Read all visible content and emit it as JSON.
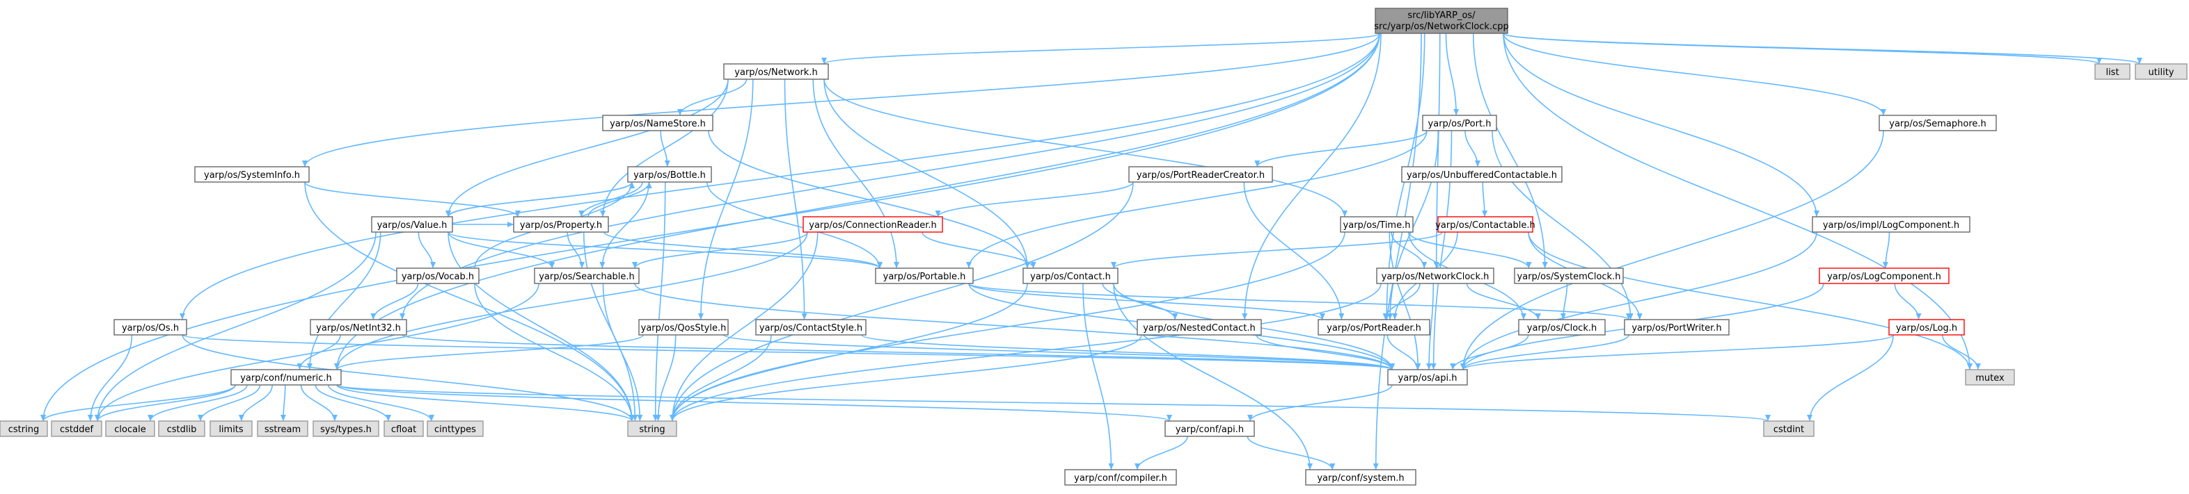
{
  "colors": {
    "edge": "#63b8ff",
    "root_fill": "#999999",
    "node_fill": "#ffffff",
    "node_border": "#666666",
    "system_fill": "#e0e0e0",
    "system_border": "#999999",
    "truncated_border": "#ff0000"
  },
  "nodes": [
    {
      "id": "root",
      "label": "src/libYARP_os/src/yarp/os/NetworkClock.cpp",
      "kind": "root"
    },
    {
      "id": "network",
      "label": "yarp/os/Network.h",
      "kind": "normal"
    },
    {
      "id": "nameStore",
      "label": "yarp/os/NameStore.h",
      "kind": "normal"
    },
    {
      "id": "bottle",
      "label": "yarp/os/Bottle.h",
      "kind": "normal"
    },
    {
      "id": "value",
      "label": "yarp/os/Value.h",
      "kind": "normal"
    },
    {
      "id": "property",
      "label": "yarp/os/Property.h",
      "kind": "normal"
    },
    {
      "id": "vocab",
      "label": "yarp/os/Vocab.h",
      "kind": "normal"
    },
    {
      "id": "searchable",
      "label": "yarp/os/Searchable.h",
      "kind": "normal"
    },
    {
      "id": "netInt32",
      "label": "yarp/os/NetInt32.h",
      "kind": "normal"
    },
    {
      "id": "numeric",
      "label": "yarp/conf/numeric.h",
      "kind": "normal"
    },
    {
      "id": "systemInfo",
      "label": "yarp/os/SystemInfo.h",
      "kind": "normal"
    },
    {
      "id": "osH",
      "label": "yarp/os/Os.h",
      "kind": "normal"
    },
    {
      "id": "connReader",
      "label": "yarp/os/ConnectionReader.h",
      "kind": "truncated"
    },
    {
      "id": "portable",
      "label": "yarp/os/Portable.h",
      "kind": "normal"
    },
    {
      "id": "qos",
      "label": "yarp/os/QosStyle.h",
      "kind": "normal"
    },
    {
      "id": "contactStyle",
      "label": "yarp/os/ContactStyle.h",
      "kind": "normal"
    },
    {
      "id": "contact",
      "label": "yarp/os/Contact.h",
      "kind": "normal"
    },
    {
      "id": "nestedContact",
      "label": "yarp/os/NestedContact.h",
      "kind": "normal"
    },
    {
      "id": "portReaderCreator",
      "label": "yarp/os/PortReaderCreator.h",
      "kind": "normal"
    },
    {
      "id": "port",
      "label": "yarp/os/Port.h",
      "kind": "normal"
    },
    {
      "id": "unbuffered",
      "label": "yarp/os/UnbufferedContactable.h",
      "kind": "normal"
    },
    {
      "id": "contactable",
      "label": "yarp/os/Contactable.h",
      "kind": "truncated"
    },
    {
      "id": "time",
      "label": "yarp/os/Time.h",
      "kind": "normal"
    },
    {
      "id": "networkClock",
      "label": "yarp/os/NetworkClock.h",
      "kind": "normal"
    },
    {
      "id": "systemClock",
      "label": "yarp/os/SystemClock.h",
      "kind": "normal"
    },
    {
      "id": "clock",
      "label": "yarp/os/Clock.h",
      "kind": "normal"
    },
    {
      "id": "portReader",
      "label": "yarp/os/PortReader.h",
      "kind": "normal"
    },
    {
      "id": "portWriter",
      "label": "yarp/os/PortWriter.h",
      "kind": "normal"
    },
    {
      "id": "api",
      "label": "yarp/os/api.h",
      "kind": "normal"
    },
    {
      "id": "confApi",
      "label": "yarp/conf/api.h",
      "kind": "normal"
    },
    {
      "id": "compiler",
      "label": "yarp/conf/compiler.h",
      "kind": "normal"
    },
    {
      "id": "confSystem",
      "label": "yarp/conf/system.h",
      "kind": "normal"
    },
    {
      "id": "semaphore",
      "label": "yarp/os/Semaphore.h",
      "kind": "normal"
    },
    {
      "id": "implLog",
      "label": "yarp/os/impl/LogComponent.h",
      "kind": "normal"
    },
    {
      "id": "logComp",
      "label": "yarp/os/LogComponent.h",
      "kind": "truncated"
    },
    {
      "id": "log",
      "label": "yarp/os/Log.h",
      "kind": "truncated"
    },
    {
      "id": "list",
      "label": "list",
      "kind": "system"
    },
    {
      "id": "utility",
      "label": "utility",
      "kind": "system"
    },
    {
      "id": "mutex",
      "label": "mutex",
      "kind": "system"
    },
    {
      "id": "cstdint",
      "label": "cstdint",
      "kind": "system"
    },
    {
      "id": "cstring",
      "label": "cstring",
      "kind": "system"
    },
    {
      "id": "cstddef",
      "label": "cstddef",
      "kind": "system"
    },
    {
      "id": "clocale",
      "label": "clocale",
      "kind": "system"
    },
    {
      "id": "cstdlib",
      "label": "cstdlib",
      "kind": "system"
    },
    {
      "id": "limits",
      "label": "limits",
      "kind": "system"
    },
    {
      "id": "sstream",
      "label": "sstream",
      "kind": "system"
    },
    {
      "id": "systypes",
      "label": "sys/types.h",
      "kind": "system"
    },
    {
      "id": "cfloat",
      "label": "cfloat",
      "kind": "system"
    },
    {
      "id": "cinttypes",
      "label": "cinttypes",
      "kind": "system"
    },
    {
      "id": "string",
      "label": "string",
      "kind": "system"
    }
  ],
  "edges": [
    [
      "root",
      "network"
    ],
    [
      "root",
      "port"
    ],
    [
      "root",
      "semaphore"
    ],
    [
      "root",
      "implLog"
    ],
    [
      "root",
      "systemInfo"
    ],
    [
      "root",
      "osH"
    ],
    [
      "root",
      "cstring"
    ],
    [
      "root",
      "numeric"
    ],
    [
      "root",
      "netInt32"
    ],
    [
      "root",
      "nestedContact"
    ],
    [
      "root",
      "portReader"
    ],
    [
      "root",
      "networkClock"
    ],
    [
      "root",
      "systemClock"
    ],
    [
      "root",
      "mutex"
    ],
    [
      "root",
      "confSystem"
    ],
    [
      "root",
      "list"
    ],
    [
      "root",
      "utility"
    ],
    [
      "network",
      "nameStore"
    ],
    [
      "network",
      "value"
    ],
    [
      "network",
      "property"
    ],
    [
      "network",
      "portable"
    ],
    [
      "network",
      "contactStyle"
    ],
    [
      "network",
      "qos"
    ],
    [
      "network",
      "contact"
    ],
    [
      "network",
      "time"
    ],
    [
      "nameStore",
      "bottle"
    ],
    [
      "nameStore",
      "contact"
    ],
    [
      "bottle",
      "value"
    ],
    [
      "bottle",
      "property"
    ],
    [
      "bottle",
      "searchable"
    ],
    [
      "bottle",
      "portable"
    ],
    [
      "bottle",
      "string"
    ],
    [
      "value",
      "bottle"
    ],
    [
      "value",
      "property"
    ],
    [
      "value",
      "vocab"
    ],
    [
      "value",
      "searchable"
    ],
    [
      "value",
      "portable"
    ],
    [
      "value",
      "numeric"
    ],
    [
      "value",
      "cstddef"
    ],
    [
      "value",
      "string"
    ],
    [
      "property",
      "bottle"
    ],
    [
      "property",
      "searchable"
    ],
    [
      "property",
      "portable"
    ],
    [
      "property",
      "string"
    ],
    [
      "vocab",
      "netInt32"
    ],
    [
      "vocab",
      "string"
    ],
    [
      "vocab",
      "bottle"
    ],
    [
      "searchable",
      "string"
    ],
    [
      "searchable",
      "api"
    ],
    [
      "searchable",
      "cstddef"
    ],
    [
      "netInt32",
      "numeric"
    ],
    [
      "netInt32",
      "api"
    ],
    [
      "numeric",
      "cstring"
    ],
    [
      "numeric",
      "cstddef"
    ],
    [
      "numeric",
      "clocale"
    ],
    [
      "numeric",
      "cstdlib"
    ],
    [
      "numeric",
      "limits"
    ],
    [
      "numeric",
      "sstream"
    ],
    [
      "numeric",
      "systypes"
    ],
    [
      "numeric",
      "cfloat"
    ],
    [
      "numeric",
      "cinttypes"
    ],
    [
      "numeric",
      "string"
    ],
    [
      "numeric",
      "confApi"
    ],
    [
      "numeric",
      "cstdint"
    ],
    [
      "systemInfo",
      "property"
    ],
    [
      "systemInfo",
      "string"
    ],
    [
      "osH",
      "api"
    ],
    [
      "osH",
      "string"
    ],
    [
      "osH",
      "cstddef"
    ],
    [
      "connReader",
      "searchable"
    ],
    [
      "connReader",
      "contact"
    ],
    [
      "connReader",
      "numeric"
    ],
    [
      "connReader",
      "string"
    ],
    [
      "portable",
      "portReader"
    ],
    [
      "portable",
      "portWriter"
    ],
    [
      "portable",
      "api"
    ],
    [
      "qos",
      "numeric"
    ],
    [
      "qos",
      "api"
    ],
    [
      "qos",
      "string"
    ],
    [
      "contactStyle",
      "api"
    ],
    [
      "contactStyle",
      "string"
    ],
    [
      "contact",
      "nestedContact"
    ],
    [
      "contact",
      "api"
    ],
    [
      "contact",
      "string"
    ],
    [
      "contact",
      "compiler"
    ],
    [
      "contact",
      "confSystem"
    ],
    [
      "nestedContact",
      "api"
    ],
    [
      "nestedContact",
      "string"
    ],
    [
      "portReaderCreator",
      "connReader"
    ],
    [
      "portReaderCreator",
      "portReader"
    ],
    [
      "portReaderCreator",
      "string"
    ],
    [
      "port",
      "portReaderCreator"
    ],
    [
      "port",
      "unbuffered"
    ],
    [
      "port",
      "portable"
    ],
    [
      "port",
      "portReader"
    ],
    [
      "port",
      "portWriter"
    ],
    [
      "port",
      "api"
    ],
    [
      "unbuffered",
      "contactable"
    ],
    [
      "contactable",
      "contact"
    ],
    [
      "contactable",
      "portReader"
    ],
    [
      "contactable",
      "portWriter"
    ],
    [
      "contactable",
      "mutex"
    ],
    [
      "time",
      "networkClock"
    ],
    [
      "time",
      "systemClock"
    ],
    [
      "time",
      "clock"
    ],
    [
      "time",
      "api"
    ],
    [
      "time",
      "string"
    ],
    [
      "networkClock",
      "clock"
    ],
    [
      "networkClock",
      "portReader"
    ],
    [
      "networkClock",
      "api"
    ],
    [
      "networkClock",
      "string"
    ],
    [
      "systemClock",
      "clock"
    ],
    [
      "clock",
      "api"
    ],
    [
      "portReader",
      "api"
    ],
    [
      "portWriter",
      "api"
    ],
    [
      "api",
      "confApi"
    ],
    [
      "confApi",
      "compiler"
    ],
    [
      "confApi",
      "confSystem"
    ],
    [
      "semaphore",
      "api"
    ],
    [
      "implLog",
      "logComp"
    ],
    [
      "implLog",
      "api"
    ],
    [
      "logComp",
      "log"
    ],
    [
      "logComp",
      "api"
    ],
    [
      "log",
      "api"
    ],
    [
      "log",
      "mutex"
    ],
    [
      "log",
      "cstdint"
    ]
  ]
}
